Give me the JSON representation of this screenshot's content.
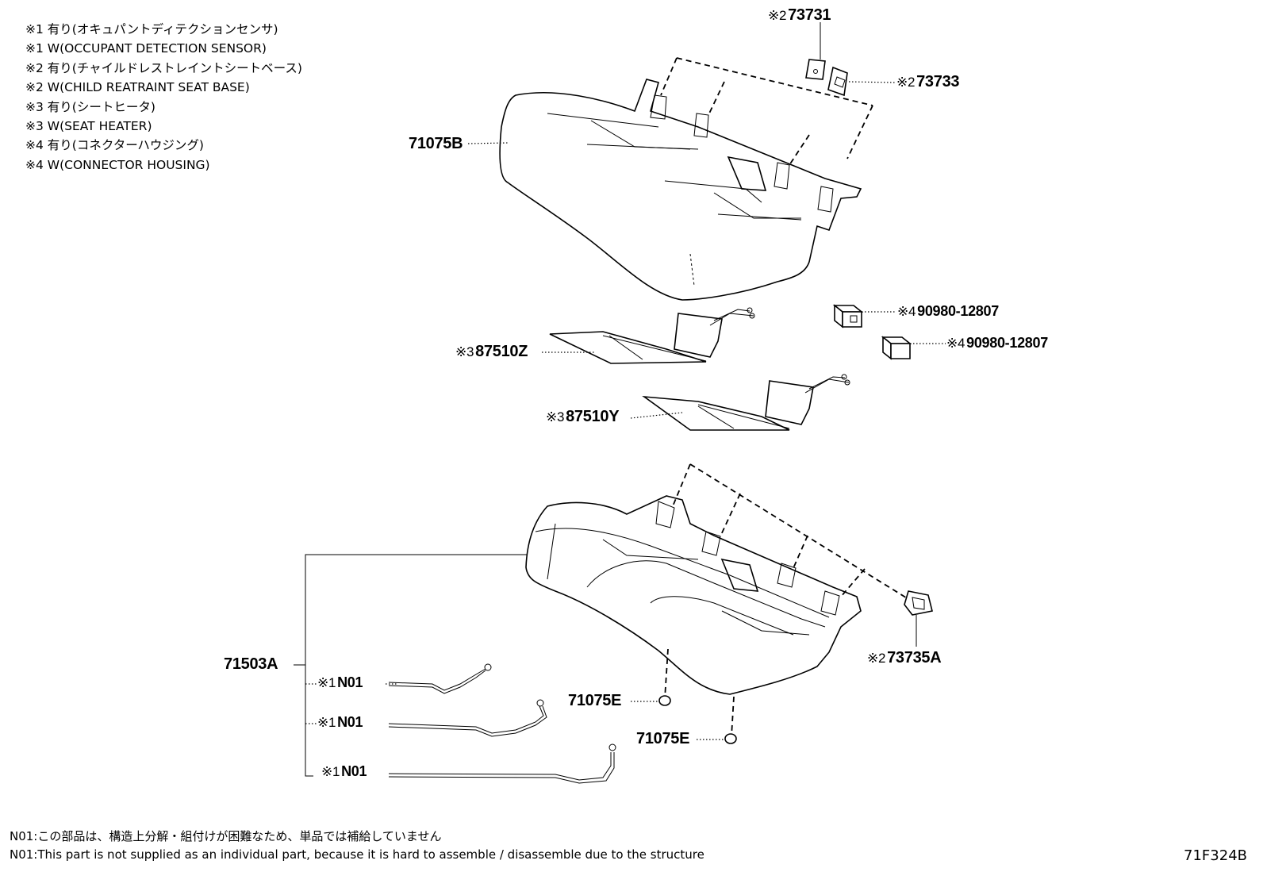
{
  "notes": [
    "※1 有り(オキュパントディテクションセンサ)",
    "※1 W(OCCUPANT DETECTION SENSOR)",
    "※2 有り(チャイルドレストレイントシートベース)",
    "※2 W(CHILD REATRAINT SEAT BASE)",
    "※3 有り(シートヒータ)",
    "※3 W(SEAT HEATER)",
    "※4 有り(コネクターハウジング)",
    "※4 W(CONNECTOR HOUSING)"
  ],
  "callouts": {
    "p73731": {
      "mark": "※2",
      "code": "73731"
    },
    "p73733": {
      "mark": "※2",
      "code": "73733"
    },
    "p71075B": {
      "mark": "",
      "code": "71075B"
    },
    "p90980a": {
      "mark": "※4",
      "code": "90980-12807"
    },
    "p90980b": {
      "mark": "※4",
      "code": "90980-12807"
    },
    "p87510Z": {
      "mark": "※3",
      "code": "87510Z"
    },
    "p87510Y": {
      "mark": "※3",
      "code": "87510Y"
    },
    "p73735A": {
      "mark": "※2",
      "code": "73735A"
    },
    "p71503A": {
      "mark": "",
      "code": "71503A"
    },
    "p71075E1": {
      "mark": "",
      "code": "71075E"
    },
    "p71075E2": {
      "mark": "",
      "code": "71075E"
    },
    "n01a": {
      "mark": "※1",
      "code": "N01"
    },
    "n01b": {
      "mark": "※1",
      "code": "N01"
    },
    "n01c": {
      "mark": "※1",
      "code": "N01"
    }
  },
  "footnotes": {
    "ja": "N01:この部品は、構造上分解・組付けが困難なため、単品では補給していません",
    "en": "N01:This part is not supplied as an individual part, because it is hard to assemble / disassemble due to the structure"
  },
  "drawing_id": "71F324B"
}
